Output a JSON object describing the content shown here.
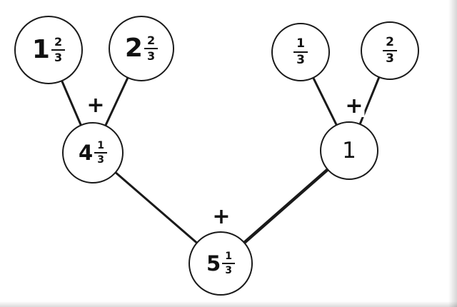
{
  "diagram": {
    "type": "number-bond-addition-tree",
    "operator": "+",
    "stroke_color": "#1a1a1a",
    "background_color": "#ffffff",
    "nodes": {
      "leaf_left_1": {
        "whole": "1",
        "num": "2",
        "den": "3",
        "label": "1 2/3"
      },
      "leaf_left_2": {
        "whole": "2",
        "num": "2",
        "den": "3",
        "label": "2 2/3"
      },
      "sum_left": {
        "whole": "4",
        "num": "1",
        "den": "3",
        "label": "4 1/3"
      },
      "leaf_right_1": {
        "num": "1",
        "den": "3",
        "label": "1/3"
      },
      "leaf_right_2": {
        "num": "2",
        "den": "3",
        "label": "2/3"
      },
      "sum_right": {
        "whole": "1",
        "label": "1"
      },
      "total": {
        "whole": "5",
        "num": "1",
        "den": "3",
        "label": "5 1/3"
      }
    },
    "edges": [
      {
        "from": "leaf_left_1",
        "to": "sum_left"
      },
      {
        "from": "leaf_left_2",
        "to": "sum_left"
      },
      {
        "from": "leaf_right_1",
        "to": "sum_right"
      },
      {
        "from": "leaf_right_2",
        "to": "sum_right"
      },
      {
        "from": "sum_left",
        "to": "total"
      },
      {
        "from": "sum_right",
        "to": "total"
      }
    ]
  }
}
